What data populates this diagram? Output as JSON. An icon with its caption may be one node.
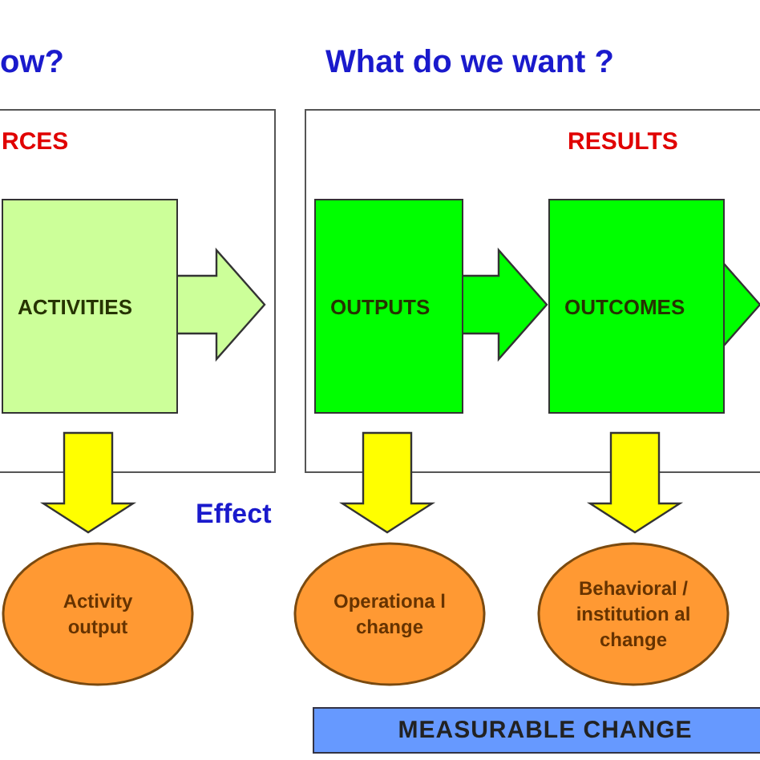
{
  "diagram": {
    "nodes": [
      {
        "text": [
          "RCES"
        ]
      },
      {
        "text": [
          "ACTIVITIES"
        ],
        "in": 0
      },
      {
        "text": [
          "RESULTS"
        ]
      },
      {
        "text": [
          "OUTPUTS"
        ],
        "in": 2
      },
      {
        "text": [
          "OUTCOMES"
        ],
        "in": 2
      },
      {
        "text": [
          "Activity output"
        ]
      },
      {
        "text": [
          "Operationa l change"
        ]
      },
      {
        "text": [
          "Behavioral / institution al change"
        ]
      },
      {
        "text": [
          "MEASURABLE CHANGE"
        ]
      }
    ],
    "edges": [
      {
        "from": 1,
        "to": 3,
        "arrow": "to",
        "style": "thick",
        "color": "#ccff99"
      },
      {
        "from": 3,
        "to": 4,
        "arrow": "to",
        "style": "thick",
        "color": "#00ff00"
      },
      {
        "from": 4,
        "to": null,
        "arrow": "to",
        "style": "thick",
        "color": "#00ff00"
      },
      {
        "from": 1,
        "to": 5,
        "arrow": "to",
        "style": "thick",
        "color": "#ffff00"
      },
      {
        "from": 3,
        "to": 6,
        "arrow": "to",
        "style": "thick",
        "color": "#ffff00"
      },
      {
        "from": 4,
        "to": 7,
        "arrow": "to",
        "style": "thick",
        "color": "#ffff00"
      }
    ],
    "labels": [
      "ow?",
      "What do we want ?",
      "Effect"
    ]
  }
}
